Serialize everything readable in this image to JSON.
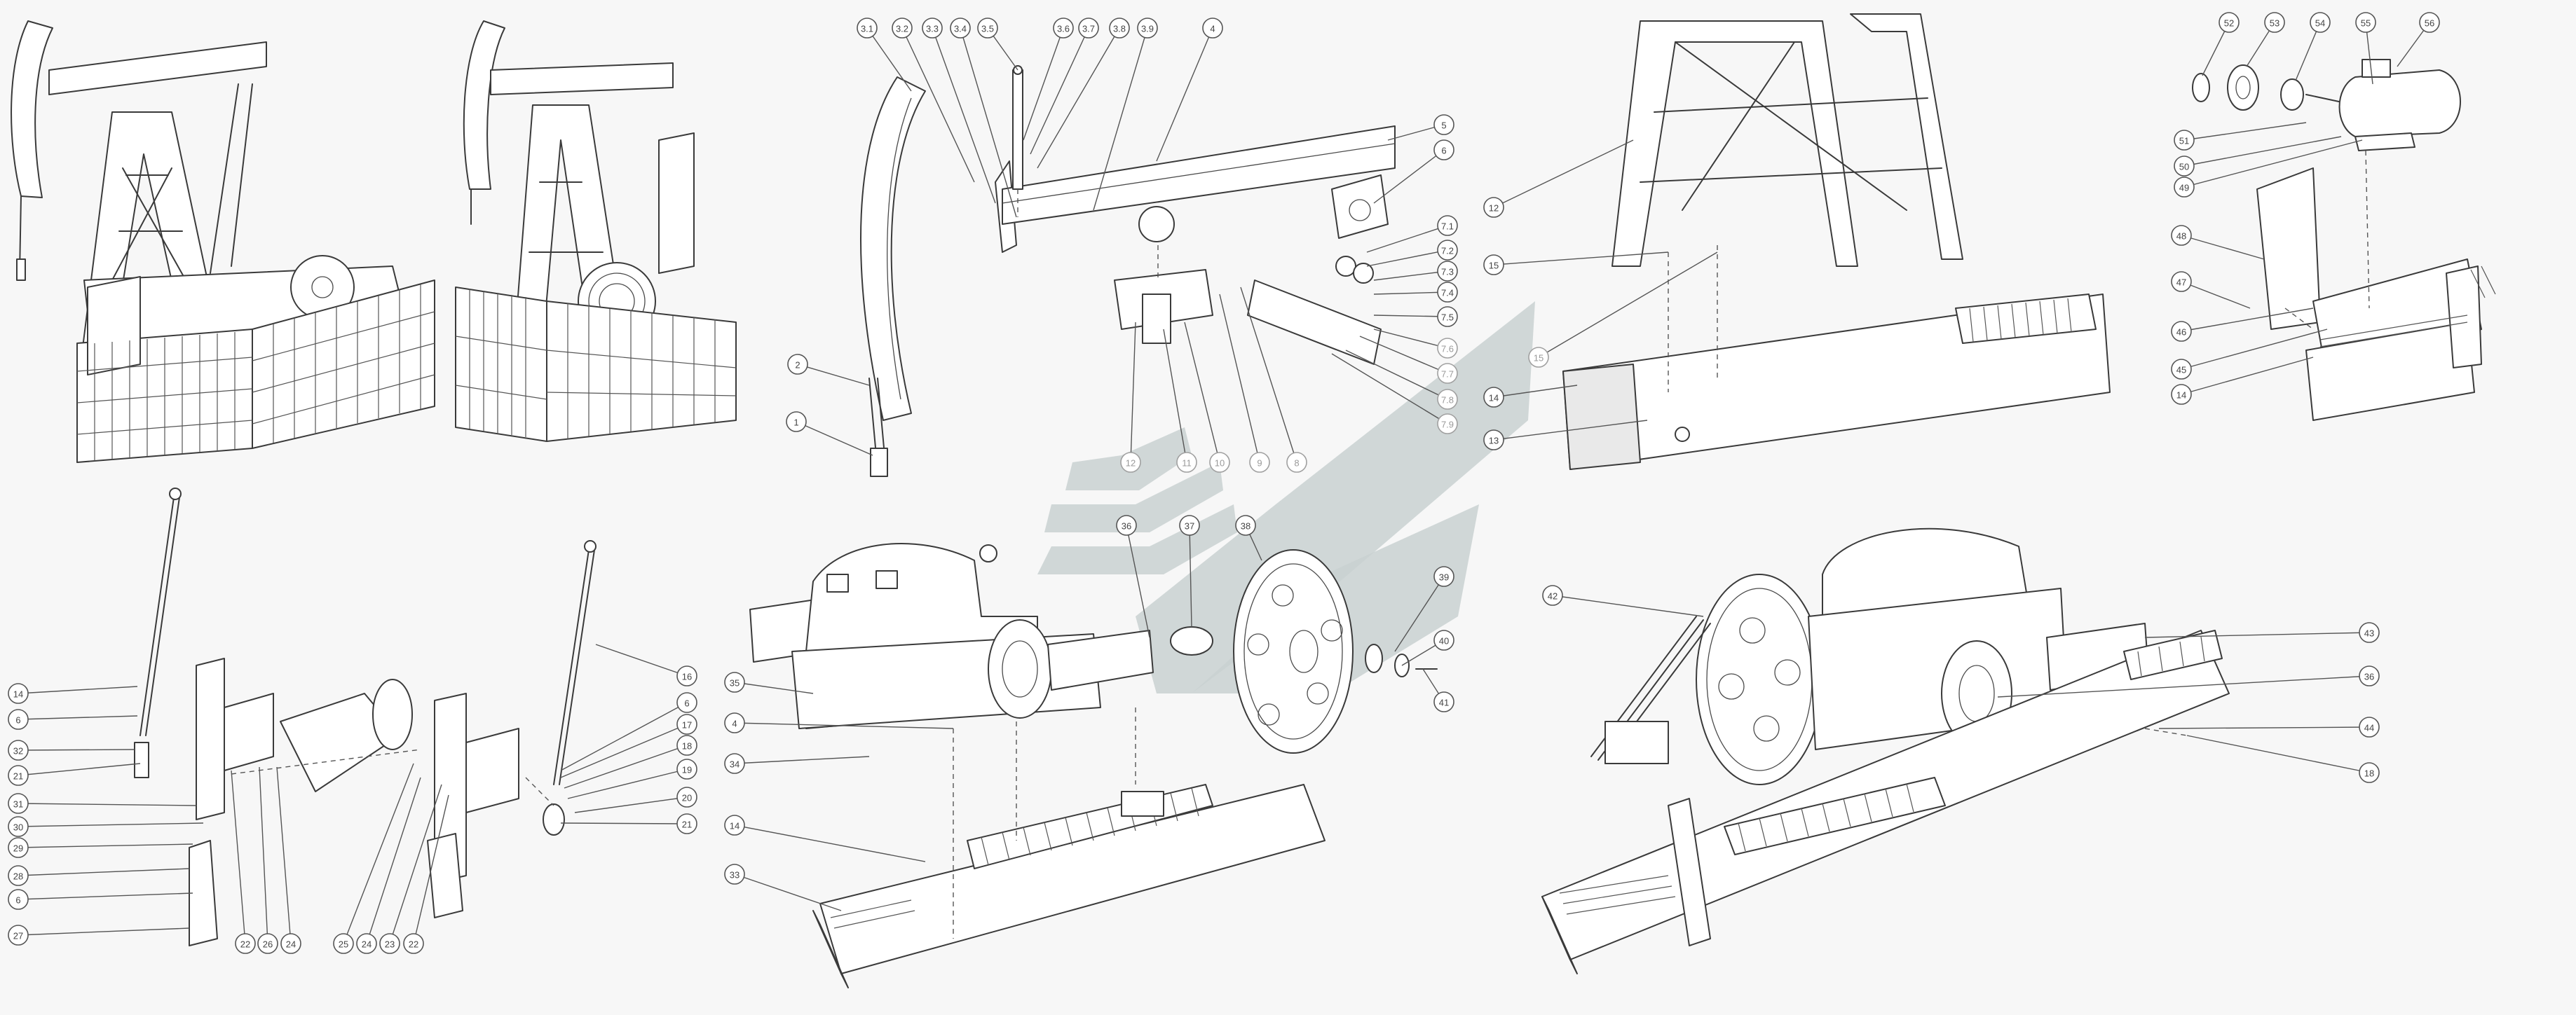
{
  "watermark": {
    "color": "#c9d1d1",
    "name": "company-logo-watermark"
  },
  "colors": {
    "line": "#3a3a3a",
    "background": "#f7f7f7",
    "callout_stroke": "#555555",
    "faded": "#9a9a9a"
  },
  "groups": [
    {
      "name": "assembled-pump-jack-view-a"
    },
    {
      "name": "assembled-pump-jack-view-b"
    },
    {
      "name": "horsehead-walking-beam-exploded"
    },
    {
      "name": "samson-post-base-frame"
    },
    {
      "name": "motor-assembly-exploded"
    },
    {
      "name": "crank-counterweight-exploded"
    },
    {
      "name": "gearbox-sheave-exploded"
    },
    {
      "name": "gearbox-base-assembled"
    }
  ],
  "callouts": [
    "3.1",
    "3.2",
    "3.3",
    "3.4",
    "3.5",
    "3.6",
    "3.7",
    "3.8",
    "3.9",
    "4",
    "5",
    "6",
    "7.1",
    "7.2",
    "7.3",
    "7.4",
    "7.5",
    "7.6",
    "7.7",
    "7.8",
    "7.9",
    "2",
    "1",
    "12",
    "11",
    "10",
    "9",
    "8",
    "12",
    "15",
    "15",
    "14",
    "13",
    "52",
    "53",
    "54",
    "55",
    "56",
    "51",
    "50",
    "49",
    "48",
    "47",
    "46",
    "45",
    "14",
    "14",
    "6",
    "32",
    "21",
    "31",
    "30",
    "29",
    "28",
    "6",
    "27",
    "22",
    "26",
    "24",
    "25",
    "24",
    "23",
    "22",
    "16",
    "6",
    "17",
    "18",
    "19",
    "20",
    "21",
    "36",
    "37",
    "38",
    "39",
    "40",
    "41",
    "35",
    "4",
    "34",
    "14",
    "33",
    "42",
    "43",
    "36",
    "44",
    "18"
  ]
}
